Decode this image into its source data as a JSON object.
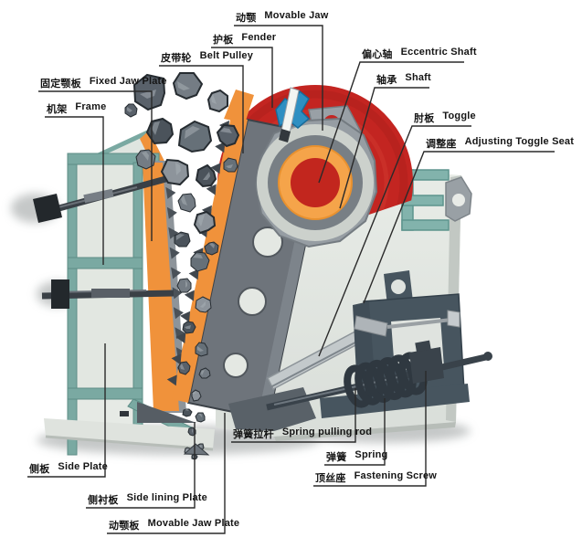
{
  "diagram": {
    "subject": "jaw-crusher-cutaway",
    "labels": {
      "movable_jaw": {
        "zh": "动颚",
        "en": "Movable Jaw"
      },
      "fender": {
        "zh": "护板",
        "en": "Fender"
      },
      "belt_pulley": {
        "zh": "皮带轮",
        "en": "Belt Pulley"
      },
      "fixed_jaw_plate": {
        "zh": "固定颚板",
        "en": "Fixed Jaw Plate"
      },
      "frame": {
        "zh": "机架",
        "en": "Frame"
      },
      "eccentric_shaft": {
        "zh": "偏心轴",
        "en": "Eccentric Shaft"
      },
      "shaft": {
        "zh": "轴承",
        "en": "Shaft"
      },
      "toggle": {
        "zh": "肘板",
        "en": "Toggle"
      },
      "adjusting_toggle_seat": {
        "zh": "调整座",
        "en": "Adjusting Toggle Seat"
      },
      "spring_pulling_rod": {
        "zh": "弹簧拉杆",
        "en": "Spring pulling rod"
      },
      "spring": {
        "zh": "弹簧",
        "en": "Spring"
      },
      "fastening_screw": {
        "zh": "顶丝座",
        "en": "Fastening Screw"
      },
      "side_plate": {
        "zh": "侧板",
        "en": "Side Plate"
      },
      "side_lining_plate": {
        "zh": "侧衬板",
        "en": "Side lining Plate"
      },
      "movable_jaw_plate": {
        "zh": "动颚板",
        "en": "Movable Jaw Plate"
      }
    },
    "colors": {
      "flywheel_red": "#c32521",
      "jaw_plate_orange": "#f0923b",
      "bearing_orange": "#f5a44a",
      "frame_teal": "#7aa9a2",
      "fender_blue": "#2e8fc2",
      "steel_gray": "#6e747b",
      "panel_gray": "#e2e7e1",
      "mechanism_slate": "#47555f",
      "label_text": "#151515"
    }
  }
}
